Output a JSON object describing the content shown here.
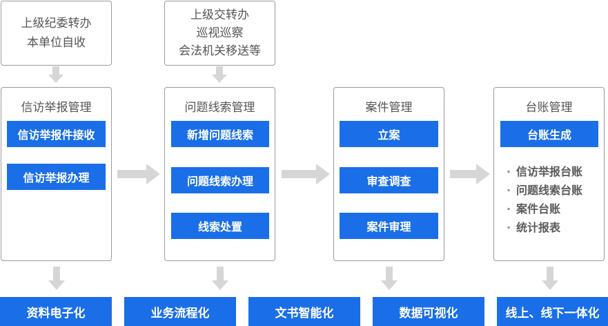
{
  "sources": [
    {
      "lines": [
        "上级纪委转办",
        "本单位自收"
      ]
    },
    {
      "lines": [
        "上级交转办",
        "巡视巡察",
        "会法机关移送等"
      ]
    }
  ],
  "panels": [
    {
      "title": "信访举报管理",
      "buttons": [
        "信访举报件接收",
        "信访举报办理"
      ]
    },
    {
      "title": "问题线索管理",
      "buttons": [
        "新增问题线索",
        "问题线索办理",
        "线索处置"
      ]
    },
    {
      "title": "案件管理",
      "buttons": [
        "立案",
        "审查调查",
        "案件审理"
      ]
    },
    {
      "title": "台账管理",
      "buttons": [
        "台账生成"
      ],
      "list": [
        "信访举报台账",
        "问题线索台账",
        "案件台账",
        "统计报表"
      ]
    }
  ],
  "outcomes": [
    "资料电子化",
    "业务流程化",
    "文书智能化",
    "数据可视化",
    "线上、线下一体化"
  ],
  "colors": {
    "accent": "#1a6ee8",
    "arrow": "#d6d6d6",
    "border": "#9a9a9a"
  }
}
